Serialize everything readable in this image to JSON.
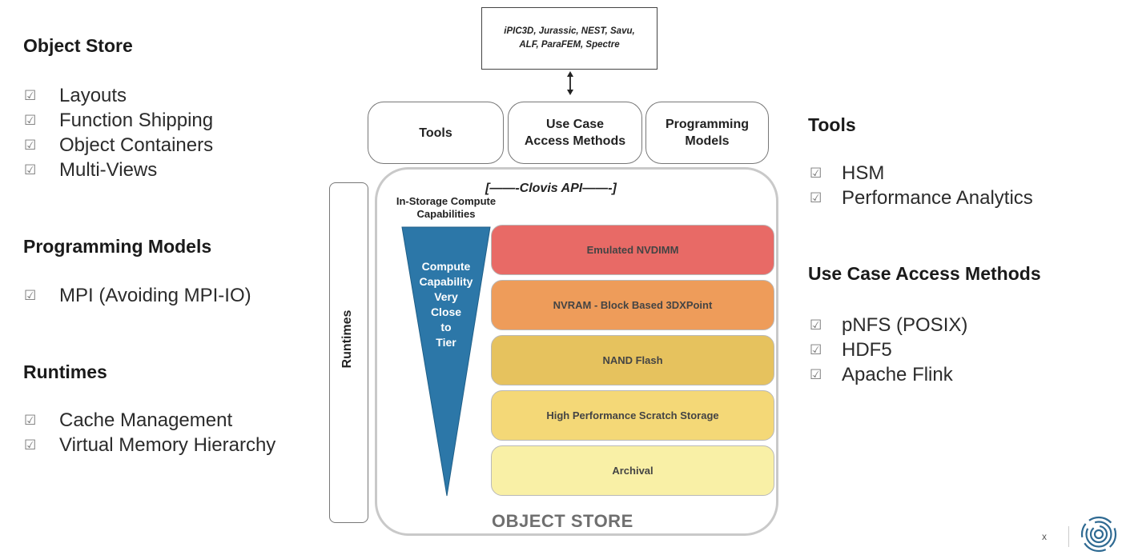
{
  "left": {
    "object_store": {
      "title": "Object Store",
      "items": [
        "Layouts",
        "Function Shipping",
        "Object Containers",
        "Multi-Views"
      ]
    },
    "programming_models": {
      "title": "Programming Models",
      "items": [
        "MPI (Avoiding MPI-IO)"
      ]
    },
    "runtimes": {
      "title": "Runtimes",
      "items": [
        "Cache Management",
        "Virtual Memory Hierarchy"
      ]
    }
  },
  "right": {
    "tools": {
      "title": "Tools",
      "items": [
        "HSM",
        "Performance Analytics"
      ]
    },
    "use_case": {
      "title": "Use Case Access Methods",
      "items": [
        "pNFS (POSIX)",
        "HDF5",
        "Apache Flink"
      ]
    }
  },
  "diagram": {
    "apps_line1": "iPIC3D, Jurassic, NEST, Savu,",
    "apps_line2": "ALF, ParaFEM, Spectre",
    "tools_box": "Tools",
    "usecase_line1": "Use Case",
    "usecase_line2": "Access Methods",
    "progmodels_line1": "Programming",
    "progmodels_line2": "Models",
    "runtimes_label": "Runtimes",
    "clovis_api": "[——-Clovis API——-]",
    "insitu_line1": "In-Storage Compute",
    "insitu_line2": "Capabilities",
    "triangle_lines": [
      "Compute",
      "Capability",
      "Very",
      "Close",
      "to",
      "Tier"
    ],
    "tiers": [
      "Emulated NVDIMM",
      "NVRAM - Block Based 3DXPoint",
      "NAND Flash",
      "High Performance Scratch Storage",
      "Archival"
    ],
    "store_label": "OBJECT STORE"
  },
  "checkbox_glyph": "☑",
  "footer": {
    "mark": "x",
    "logo_icon": "concentric-rings-logo"
  },
  "colors": {
    "triangle": "#2c77a8",
    "tier_emulated": "#e86a66",
    "tier_nvram": "#ee9c5a",
    "tier_nand": "#e6c25e",
    "tier_scratch": "#f4d877",
    "tier_archival": "#f9f0a6",
    "logo": "#2f6a92"
  }
}
